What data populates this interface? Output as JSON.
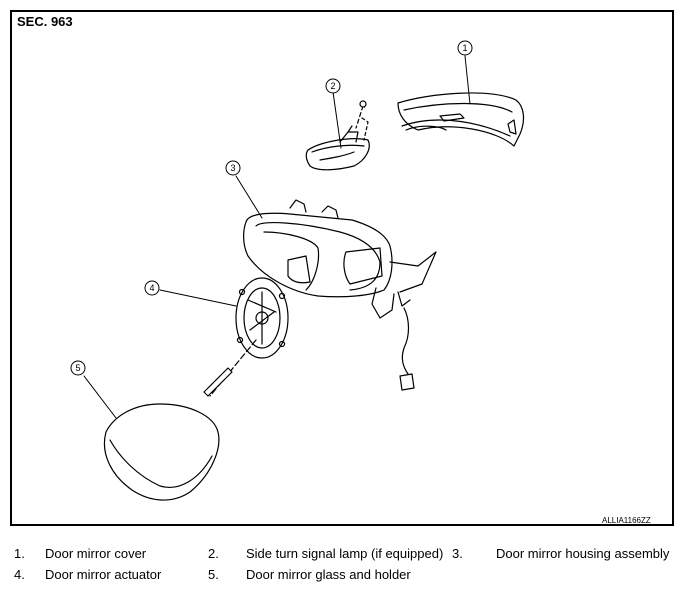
{
  "section": "SEC. 963",
  "code": "ALLIA1166ZZ",
  "callouts": [
    "1",
    "2",
    "3",
    "4",
    "5"
  ],
  "legend": [
    {
      "num": "1.",
      "label": "Door mirror cover"
    },
    {
      "num": "2.",
      "label": "Side turn signal lamp (if equipped)"
    },
    {
      "num": "3.",
      "label": "Door mirror housing assembly"
    },
    {
      "num": "4.",
      "label": "Door mirror actuator"
    },
    {
      "num": "5.",
      "label": "Door mirror glass and holder"
    }
  ]
}
